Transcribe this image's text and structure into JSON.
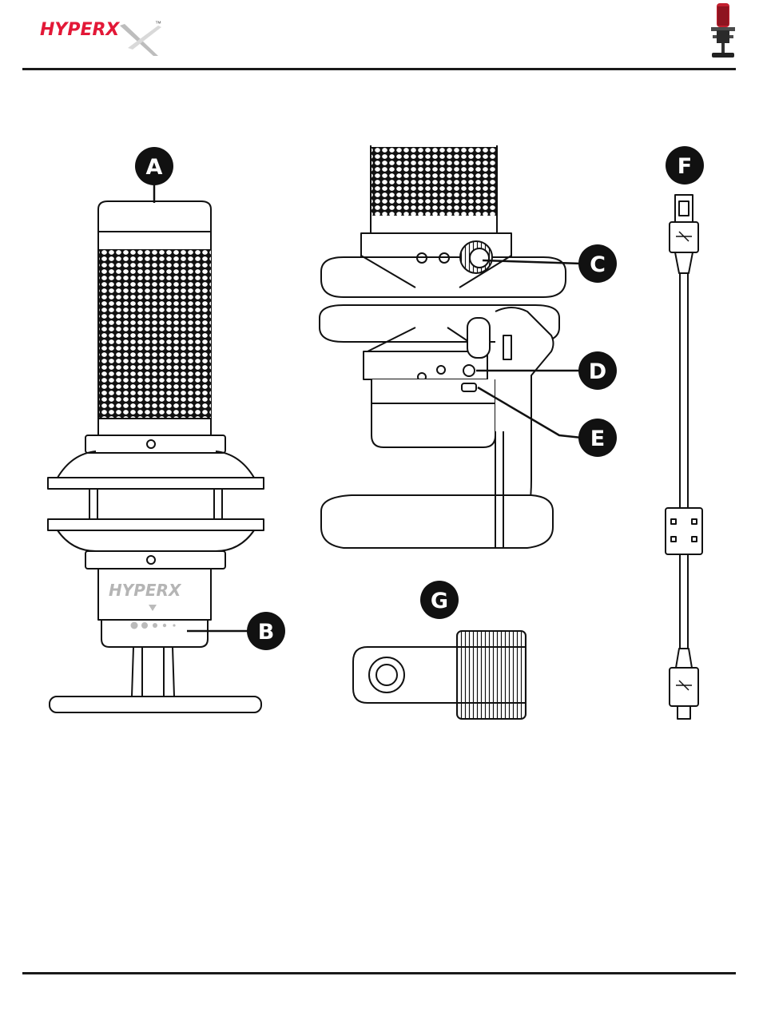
{
  "brand": {
    "logo_text": "HYPERX",
    "trademark": "™",
    "mic_body_logo_text": "HYPERX",
    "accent_color": "#e31837"
  },
  "callouts": [
    {
      "letter": "A"
    },
    {
      "letter": "B"
    },
    {
      "letter": "C"
    },
    {
      "letter": "D"
    },
    {
      "letter": "E"
    },
    {
      "letter": "F"
    },
    {
      "letter": "G"
    }
  ],
  "icons": {
    "header_thumbnail": "microphone-red-icon",
    "headphone_port": "headphone-icon",
    "usb_port": "usb-icon"
  }
}
